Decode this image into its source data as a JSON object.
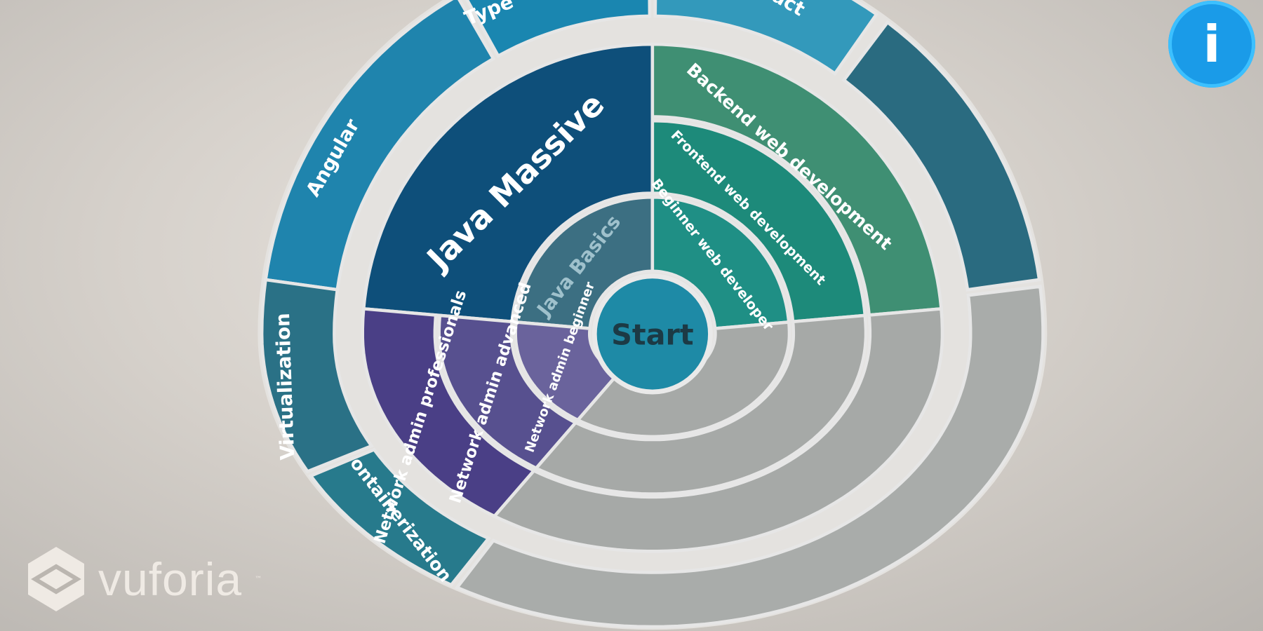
{
  "center": {
    "label": "Start"
  },
  "ring1": {
    "java_basics": "Java Basics",
    "beginner_web": "Beginner web developer",
    "network_beginner": "Network admin beginner"
  },
  "ring2": {
    "java_massive": "Java Massive",
    "frontend": "Frontend web development",
    "network_advanced": "Network admin advanced"
  },
  "ring3": {
    "backend": "Backend web development",
    "network_professionals": "Network admin professionals"
  },
  "outer": {
    "angular": "Angular",
    "typescript": "Type",
    "react": "act",
    "virtualization": "Virtualization",
    "containerization": "ontainerization"
  },
  "info_button": {
    "label": "i",
    "color": "#1a9be8"
  },
  "logo": {
    "text": "vuforia",
    "tm": "™"
  }
}
